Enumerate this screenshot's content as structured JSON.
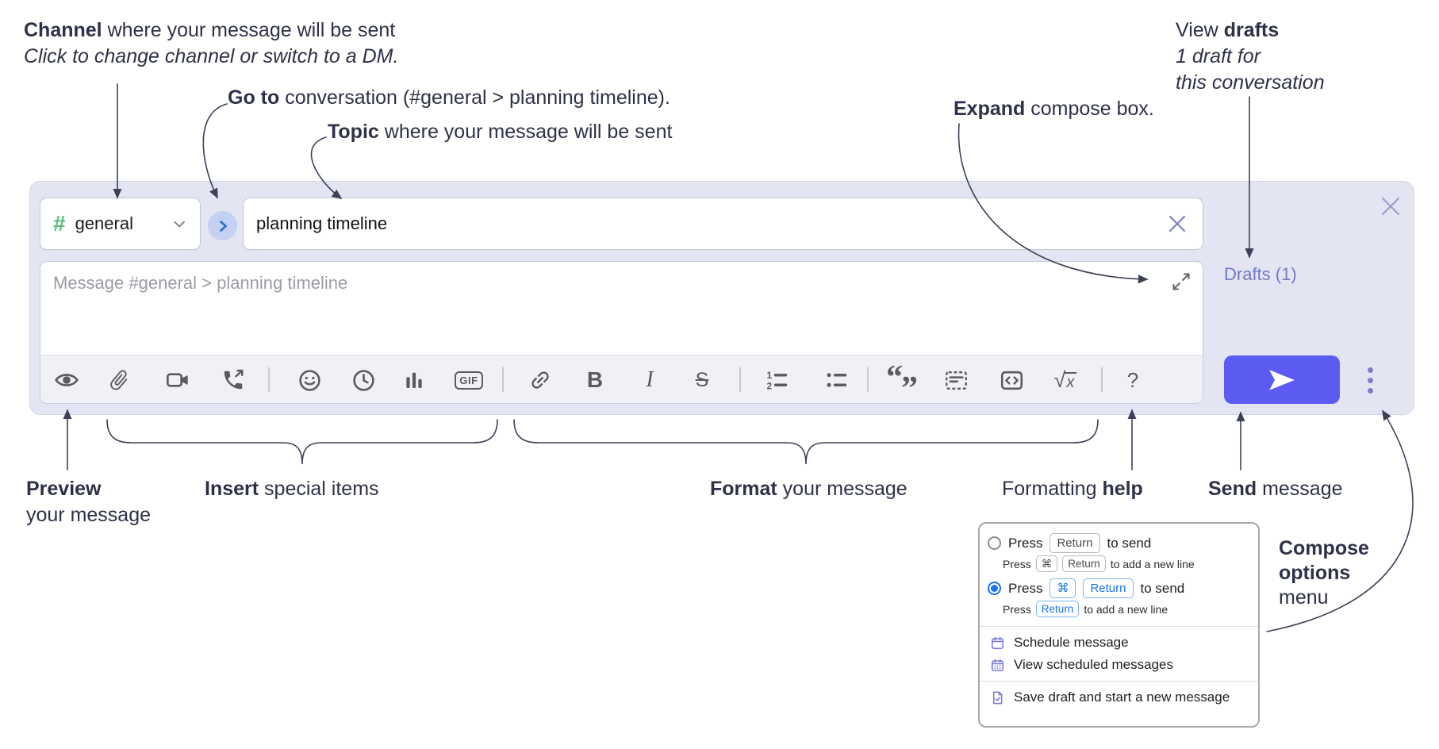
{
  "colors": {
    "accent": "#5c5cf2",
    "compose_background": "#e3e5f2",
    "drafts_link": "#7179c5",
    "channel_hash_green": "#58bd7d",
    "goto_chevron_blue": "#2e6ad4",
    "popup_blue": "#1a73e8",
    "annotation_text": "#2e3148"
  },
  "annotations": {
    "channel": {
      "bold": "Channel",
      "rest": " where your message will be sent",
      "line2": "Click to change channel or switch to a DM."
    },
    "goto": {
      "bold": "Go to",
      "rest": " conversation (#general > planning timeline)."
    },
    "topic": {
      "bold": "Topic",
      "rest": " where your message will be sent"
    },
    "view_drafts": {
      "pre": "View ",
      "bold": "drafts",
      "line2": "1 draft for",
      "line3": "this conversation"
    },
    "expand": {
      "bold": "Expand",
      "rest": " compose box."
    },
    "preview": {
      "bold": "Preview",
      "line2": "your message"
    },
    "insert": {
      "bold": "Insert",
      "rest": " special items"
    },
    "format": {
      "bold": "Format",
      "rest": " your message"
    },
    "formatting_help": {
      "pre": "Formatting ",
      "bold": "help"
    },
    "send": {
      "bold": "Send",
      "rest": " message"
    },
    "compose_options": {
      "line1": "Compose",
      "line2": "options",
      "line3": "menu"
    }
  },
  "compose": {
    "channel_selector": {
      "hash": "#",
      "label": "general"
    },
    "topic_input": {
      "value": "planning timeline"
    },
    "message_input": {
      "placeholder": "Message #general > planning timeline"
    },
    "drafts_link": "Drafts (1)",
    "toolbar": {
      "icons": [
        "preview-eye",
        "attach-file",
        "video-call",
        "voice-call",
        "emoji",
        "time",
        "poll",
        "gif",
        "link",
        "bold",
        "italic",
        "strikethrough",
        "numbered-list",
        "bulleted-list",
        "quote",
        "spoiler",
        "code",
        "math",
        "help"
      ],
      "gif_label": "GIF",
      "bold_label": "B",
      "italic_label": "I",
      "strike_label": "S",
      "help_label": "?",
      "ol_1": "1",
      "ol_2": "2",
      "quote_open": "“",
      "quote_close": "”",
      "math_sqrt": "√",
      "math_x": "x"
    }
  },
  "popup": {
    "options": [
      {
        "press": "Press",
        "keys": [
          "Return"
        ],
        "suffix": "to send",
        "sub_press": "Press",
        "sub_keys": [
          "⌘",
          "Return"
        ],
        "sub_suffix": "to add a new line",
        "selected": false
      },
      {
        "press": "Press",
        "keys": [
          "⌘",
          "Return"
        ],
        "suffix": "to send",
        "sub_press": "Press",
        "sub_keys": [
          "Return"
        ],
        "sub_suffix": "to add a new line",
        "selected": true
      }
    ],
    "menu_items": [
      {
        "label": "Schedule message"
      },
      {
        "label": "View scheduled messages"
      },
      {
        "label": "Save draft and start a new message"
      }
    ]
  }
}
